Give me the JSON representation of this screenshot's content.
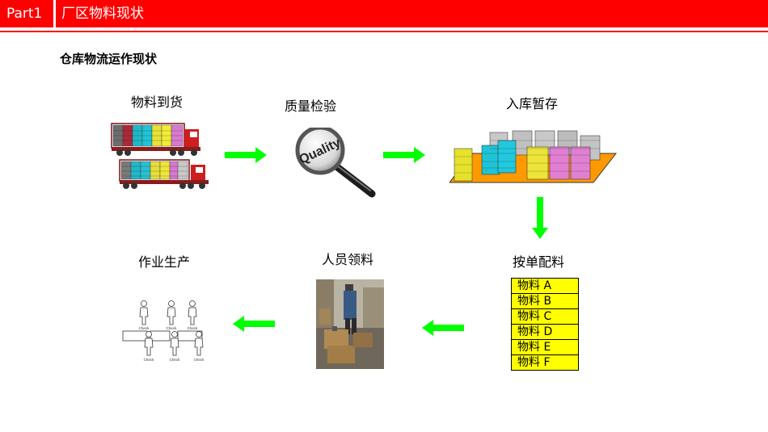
{
  "header": {
    "part": "Part1",
    "title": "厂区物料现状"
  },
  "subtitle": "仓库物流运作现状",
  "steps": {
    "arrival": "物料到货",
    "inspection": "质量检验",
    "storage": "入库暂存",
    "picking": "按单配料",
    "collect": "人员领料",
    "production": "作业生产"
  },
  "magnifier_text": "Quality",
  "materials": [
    "物料 A",
    "物料 B",
    "物料 C",
    "物料 D",
    "物料 E",
    "物料 F"
  ],
  "check_labels": [
    "Check",
    "Check",
    "Check",
    "Check",
    "Check",
    "Check"
  ],
  "colors": {
    "brand": "#ff0000",
    "arrow": "#00ff00",
    "material_fill": "#ffff00",
    "pallet": "#ff9900"
  }
}
